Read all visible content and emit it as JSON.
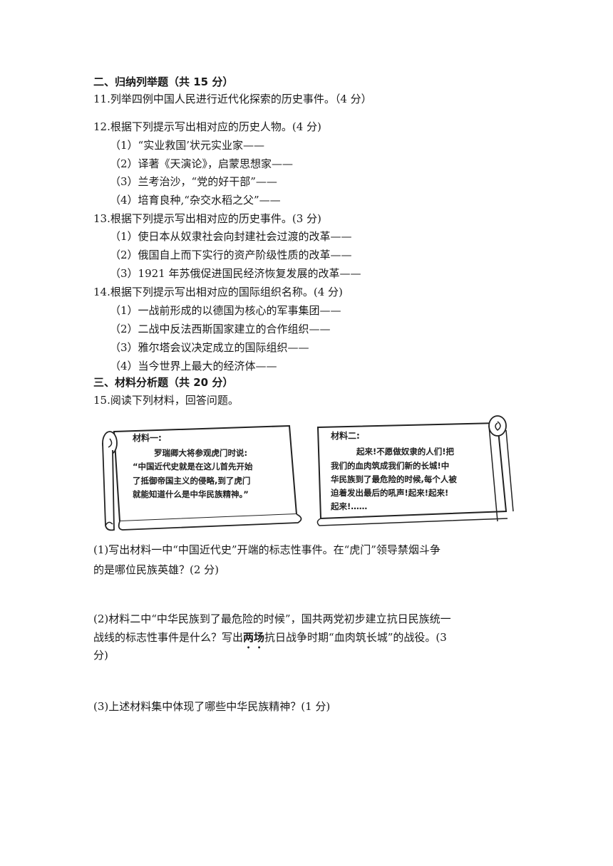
{
  "section2": {
    "heading": "二、归纳列举题（共 15 分）",
    "q11": "11.列举四例中国人民进行近代化探索的历史事件。（4 分）",
    "q12": {
      "stem": "12.根据下列提示写出相对应的历史人物。(4 分)",
      "items": [
        "（1）“实业救国’状元实业家——",
        "（2）译著《天演论》，启蒙思想家——",
        "（3）兰考治沙，“党的好干部”——",
        "（4）培育良种,“杂交水稻之父”——"
      ]
    },
    "q13": {
      "stem": "13.根据下列提示写出相对应的历史事件。(3 分)",
      "items": [
        "（1）使日本从奴隶社会向封建社会过渡的改革——",
        "（2）俄国自上而下实行的资产阶级性质的改革——",
        "（3）1921 年苏俄促进国民经济恢复发展的改革——"
      ]
    },
    "q14": {
      "stem": "14.根据下列提示写出相对应的国际组织名称。(4 分)",
      "items": [
        "（1）一战前形成的以德国为核心的军事集团——",
        "（2）二战中反法西斯国家建立的合作组织——",
        "（3）雅尔塔会议决定成立的国际组织——",
        "（4）当今世界上最大的经济体——"
      ]
    }
  },
  "section3": {
    "heading": "三、材料分析题（共 20 分）",
    "q15_stem": "15.阅读下列材料，回答问题。",
    "material1": {
      "title": "材料一:",
      "lines": [
        "罗瑞卿大将参观虎门时说:",
        "“中国近代史就是在这儿首先开始",
        "了抵御帝国主义的侵略,到了虎门",
        "就能知道什么是中华民族精神。”"
      ]
    },
    "material2": {
      "title": "材料二:",
      "lines": [
        "起来!不愿做奴隶的人们!把",
        "我们的血肉筑成我们新的长城!中",
        "华民族到了最危险的时候,每个人被",
        "迫着发出最后的吼声!起来!起来!",
        "起来!……"
      ]
    },
    "sub1": {
      "line1": "(1)写出材料一中“中国近代史”开端的标志性事件。在“虎门”领导禁烟斗争",
      "line2": "的是哪位民族英雄？(2 分)"
    },
    "sub2": {
      "line1": "(2)材料二中“中华民族到了最危险的时候”，国共两党初步建立抗日民族统一",
      "line2_pre": "战线的标志性事件是什么？写出",
      "line2_em": "两场",
      "line2_post": "抗日战争时期“血肉筑长城”的战役。(3",
      "line3": "分)"
    },
    "sub3": "(3)上述材料集中体现了哪些中华民族精神？(1 分)"
  }
}
